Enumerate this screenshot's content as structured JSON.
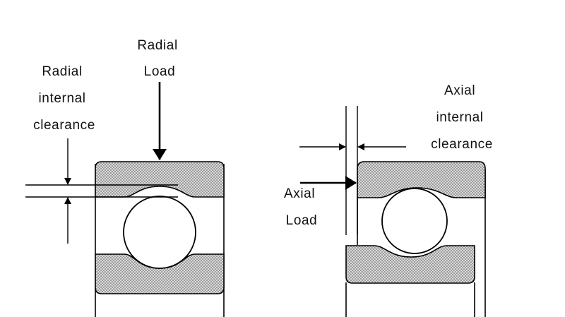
{
  "left_diagram": {
    "radial_load_label": [
      "Radial",
      "Load"
    ],
    "radial_clearance_label": [
      "Radial",
      "internal",
      "clearance"
    ]
  },
  "right_diagram": {
    "axial_load_label": [
      "Axial",
      "Load"
    ],
    "axial_clearance_label": [
      "Axial",
      "internal",
      "clearance"
    ]
  },
  "colors": {
    "line": "#000000",
    "hatch": "#7a7a7a"
  }
}
